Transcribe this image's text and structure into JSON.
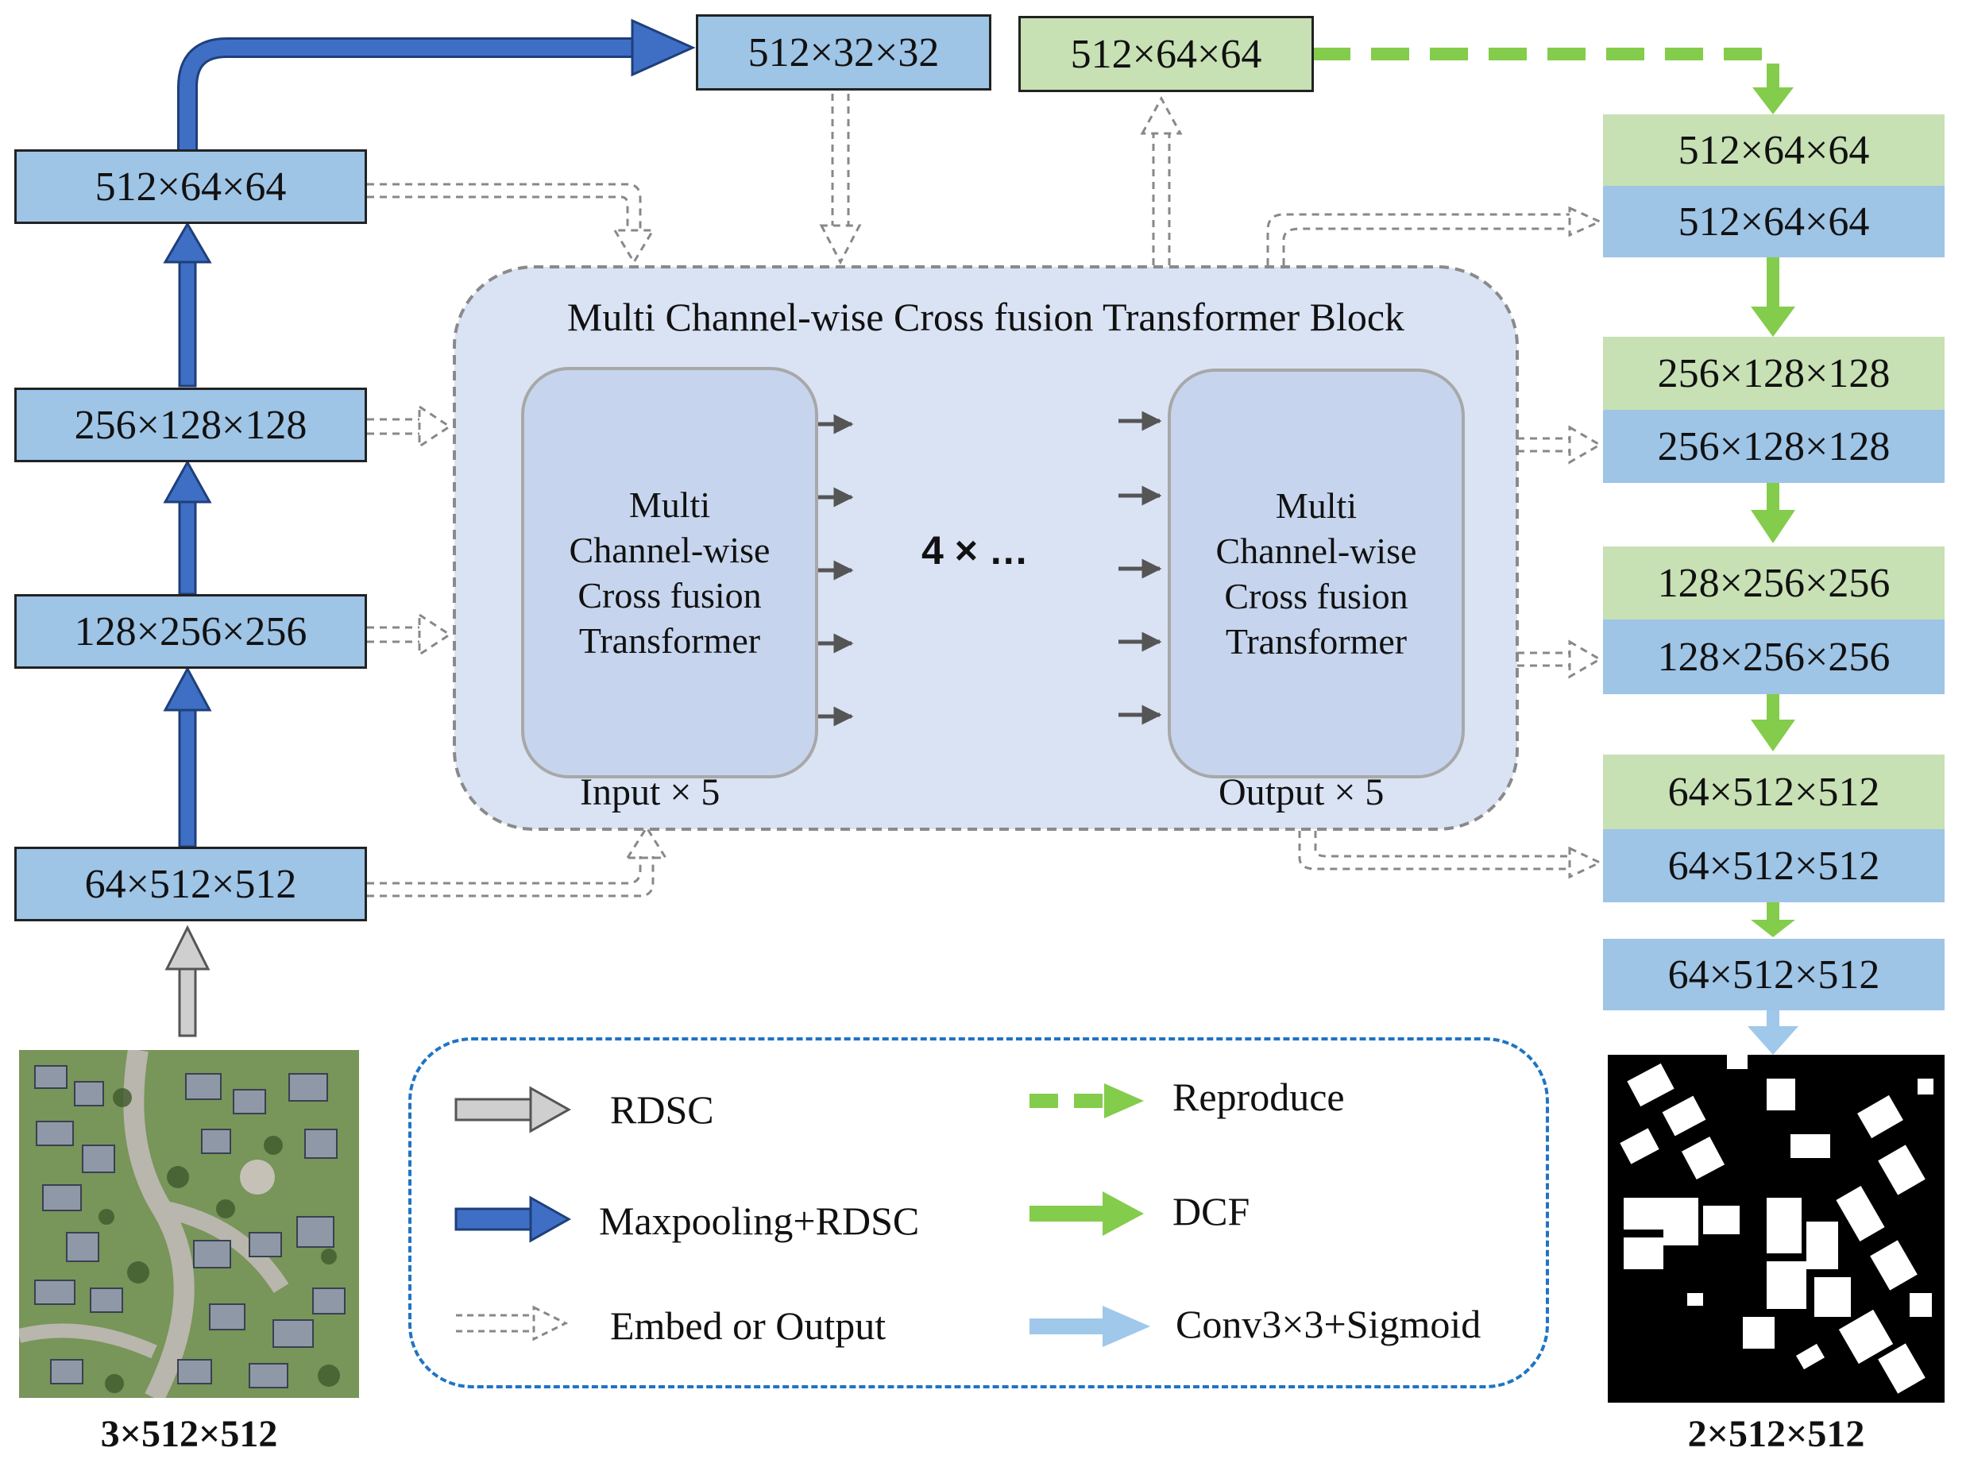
{
  "encoder": {
    "levels": [
      "64×512×512",
      "128×256×256",
      "256×128×128",
      "512×64×64"
    ],
    "bottleneck": "512×32×32",
    "input_label": "3×512×512"
  },
  "transformer": {
    "title": "Multi Channel-wise  Cross  fusion  Transformer  Block",
    "unit_lines": [
      "Multi",
      "Channel-wise",
      "Cross fusion",
      "Transformer"
    ],
    "input_label": "Input  × 5",
    "output_label": "Output  × 5",
    "repeat_label": "4 × …"
  },
  "reproduce_box": "512×64×64",
  "decoder": {
    "stages": [
      {
        "green": "512×64×64",
        "blue": "512×64×64"
      },
      {
        "green": "256×128×128",
        "blue": "256×128×128"
      },
      {
        "green": "128×256×256",
        "blue": "128×256×256"
      },
      {
        "green": "64×512×512",
        "blue": "64×512×512"
      }
    ],
    "final": "64×512×512",
    "output_label": "2×512×512"
  },
  "legend": {
    "rdsc": "RDSC",
    "maxpool": "Maxpooling+RDSC",
    "embed": "Embed or Output",
    "reproduce": "Reproduce",
    "dcf": "DCF",
    "conv": "Conv3×3+Sigmoid"
  },
  "colors": {
    "enc_blue": "#9ec4e6",
    "dec_green": "#c7e0b4",
    "arrow_blue": "#3f6fc4",
    "arrow_green": "#84cc4c",
    "arrow_lightblue": "#9fc8ea",
    "arrow_gray": "#c8c8c8",
    "legend_border": "#1f74c4"
  }
}
